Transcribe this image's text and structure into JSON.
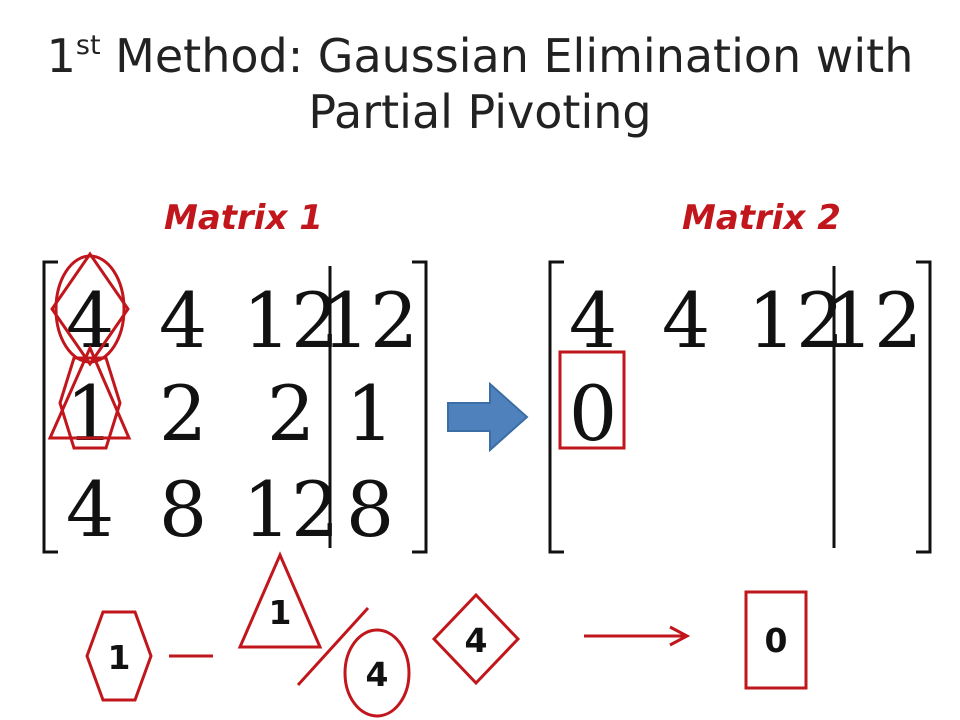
{
  "slide": {
    "title_prefix": "1",
    "title_sup": "st",
    "title_rest": " Method: Gaussian Elimination with",
    "title_line2": "Partial Pivoting"
  },
  "matrix1": {
    "label": "Matrix 1",
    "rows": [
      [
        "4",
        "4",
        "12",
        "12"
      ],
      [
        "1",
        "2",
        "2",
        "1"
      ],
      [
        "4",
        "8",
        "12",
        "8"
      ]
    ]
  },
  "matrix2": {
    "label": "Matrix 2",
    "rows": [
      [
        "4",
        "4",
        "12",
        "12"
      ],
      [
        "0",
        "",
        "",
        ""
      ],
      [
        "",
        "",
        "",
        ""
      ]
    ]
  },
  "formula": {
    "hexagon_value": "1",
    "triangle_value": "1",
    "circle_value": "4",
    "diamond_value": "4",
    "result_value": "0"
  },
  "colors": {
    "accent": "#c0161c",
    "arrow_fill": "#4f81bd",
    "arrow_stroke": "#3b6ea5"
  }
}
